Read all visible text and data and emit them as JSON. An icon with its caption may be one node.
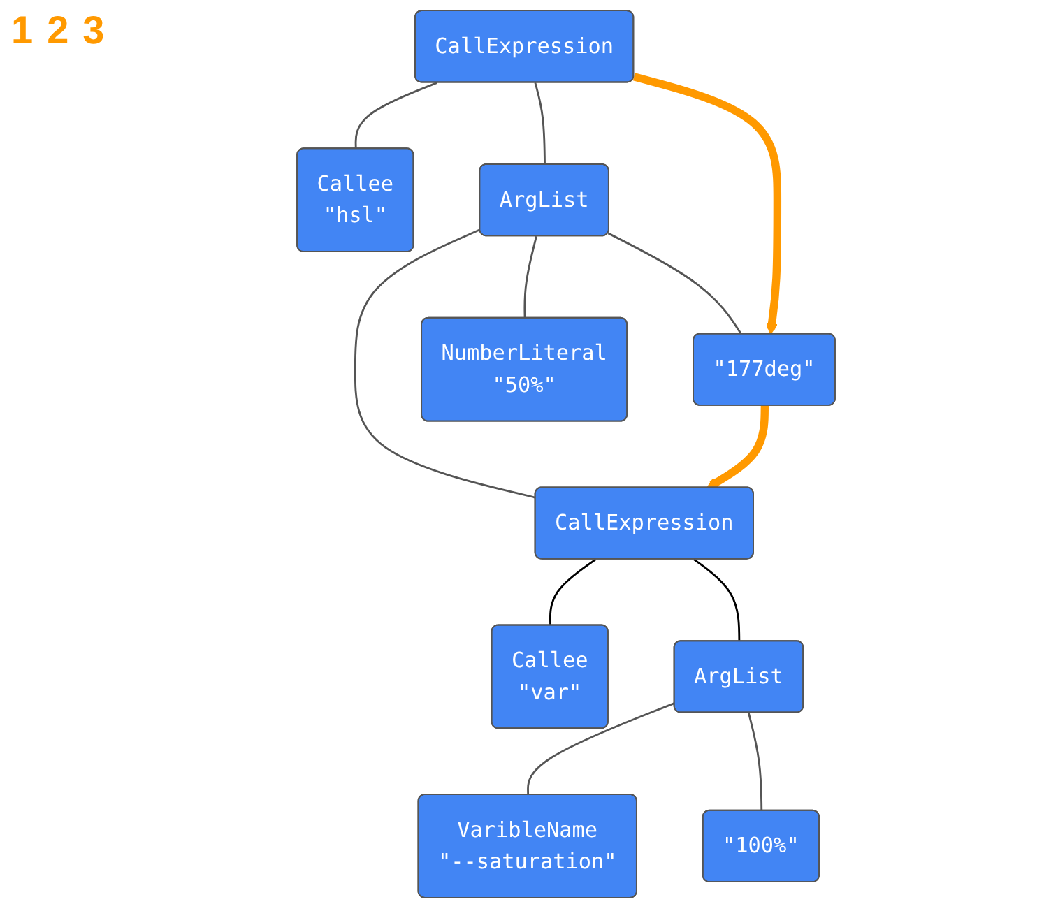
{
  "diagram": {
    "nodes": [
      {
        "text": [
          "CallExpression"
        ]
      },
      {
        "text": [
          "Callee",
          "\"hsl\""
        ]
      },
      {
        "text": [
          "ArgList"
        ]
      },
      {
        "text": [
          "\"177deg\""
        ]
      },
      {
        "text": [
          "CallExpression"
        ]
      },
      {
        "text": [
          "NumberLiteral",
          "\"50%\""
        ]
      },
      {
        "text": [
          "Callee",
          "\"var\""
        ]
      },
      {
        "text": [
          "ArgList"
        ]
      },
      {
        "text": [
          "VaribleName",
          "\"--saturation\""
        ]
      },
      {
        "text": [
          "\"100%\""
        ]
      }
    ],
    "edges": [
      {
        "from": 0,
        "to": 1,
        "arrow": "none"
      },
      {
        "from": 0,
        "to": 2,
        "arrow": "none"
      },
      {
        "from": 2,
        "to": 3,
        "arrow": "none"
      },
      {
        "from": 2,
        "to": 4,
        "arrow": "none"
      },
      {
        "from": 2,
        "to": 5,
        "arrow": "none"
      },
      {
        "from": 4,
        "to": 6,
        "arrow": "none",
        "color": "#000000"
      },
      {
        "from": 4,
        "to": 7,
        "arrow": "none",
        "color": "#000000"
      },
      {
        "from": 7,
        "to": 8,
        "arrow": "none"
      },
      {
        "from": 7,
        "to": 9,
        "arrow": "none"
      },
      {
        "from": 0,
        "to": 3,
        "arrow": "to",
        "style": "thick",
        "color": "#ff9900"
      },
      {
        "from": 3,
        "to": 4,
        "arrow": "to",
        "style": "thick",
        "color": "#ff9900"
      }
    ],
    "labels": [
      "1",
      "2",
      "3"
    ]
  }
}
